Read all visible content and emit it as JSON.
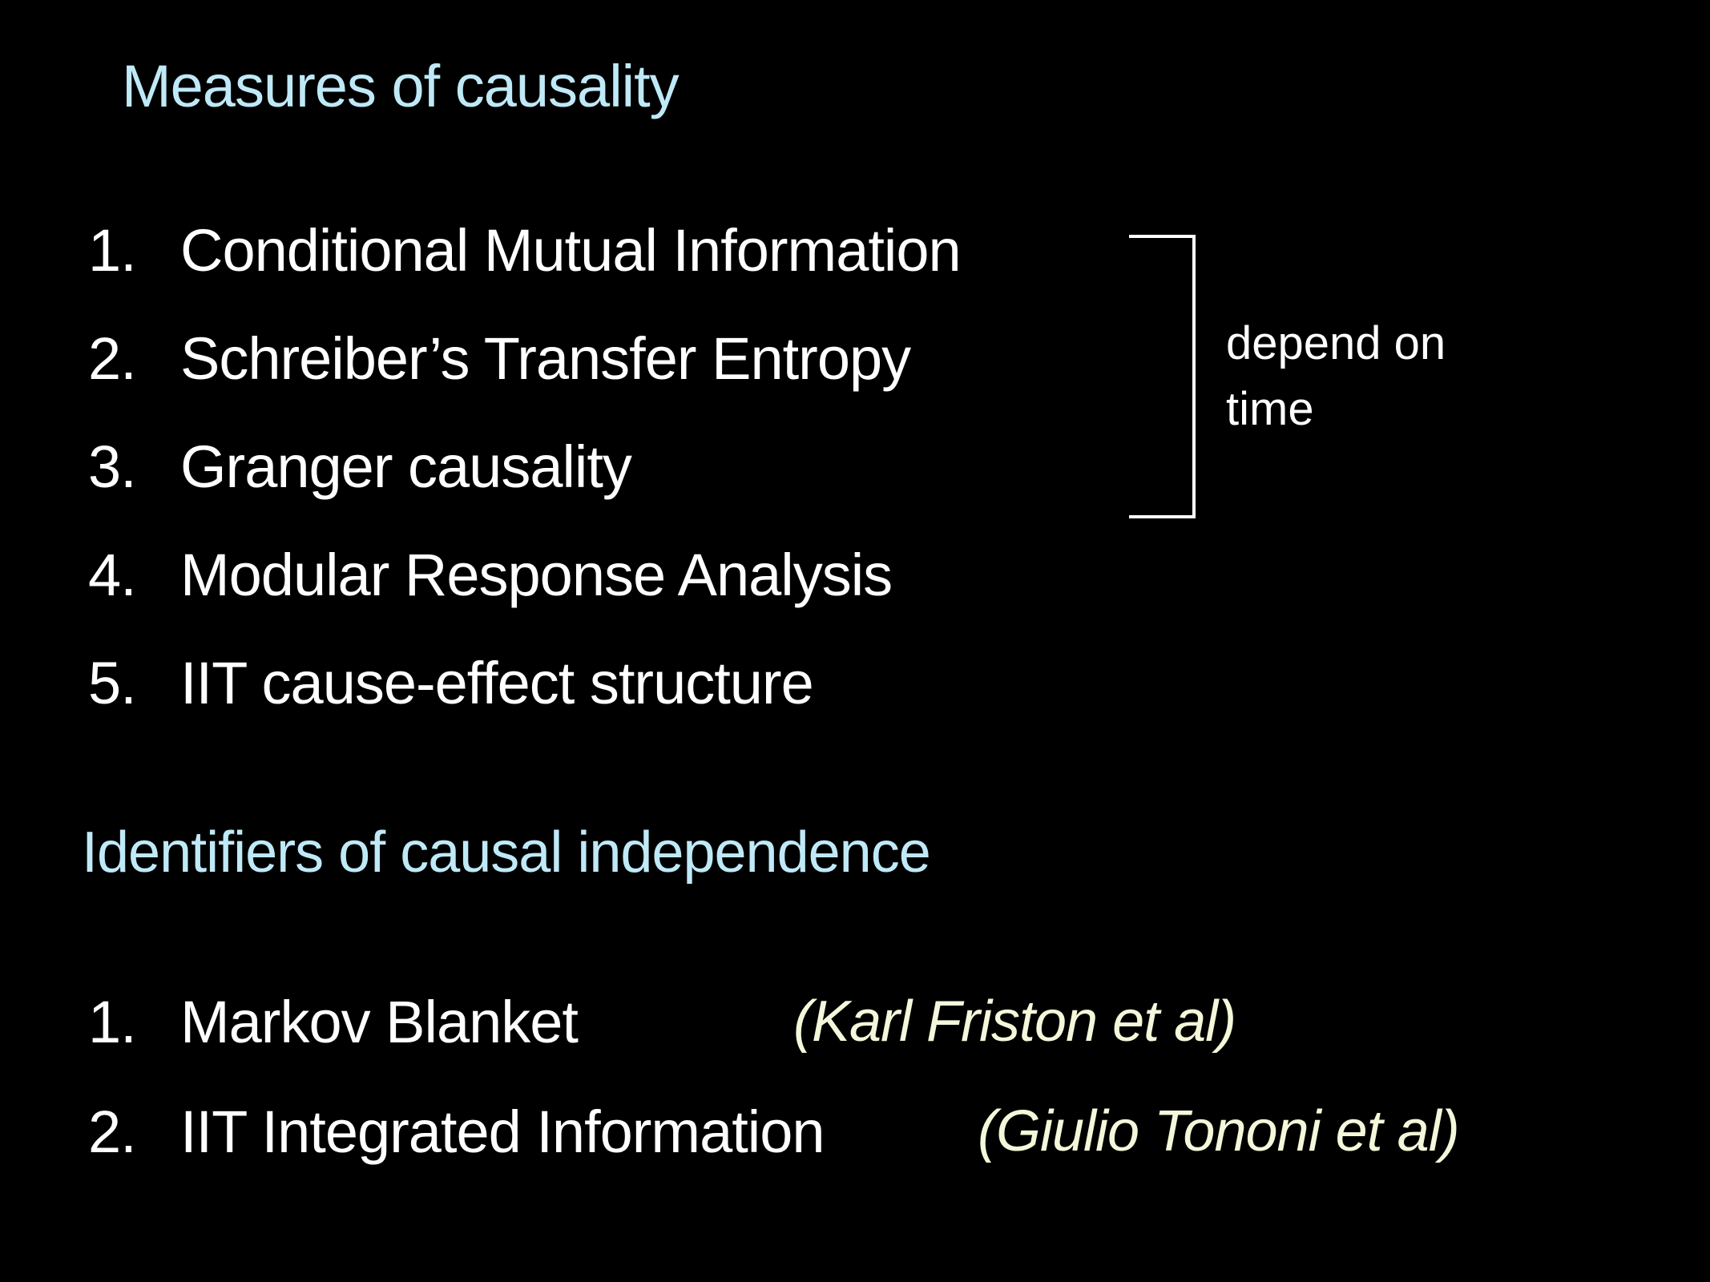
{
  "slide": {
    "background_color": "#000000",
    "title": "Measures of causality",
    "heading_color": "#bfe9f7",
    "body_color": "#ffffff",
    "attribution_color": "#f5f7da",
    "measures_list": [
      {
        "number": "1.",
        "label": "Conditional Mutual Information"
      },
      {
        "number": "2.",
        "label": "Schreiber’s Transfer Entropy"
      },
      {
        "number": "3.",
        "label": "Granger causality"
      },
      {
        "number": "4.",
        "label": "Modular Response Analysis"
      },
      {
        "number": "5.",
        "label": "IIT cause-effect structure"
      }
    ],
    "bracket_note": "depend on time",
    "subtitle": "Identifiers of causal independence",
    "identifiers_list": [
      {
        "number": "1.",
        "label": "Markov Blanket",
        "attribution": "(Karl Friston et al)"
      },
      {
        "number": "2.",
        "label": "IIT Integrated Information",
        "attribution": "(Giulio Tononi et al)"
      }
    ]
  }
}
